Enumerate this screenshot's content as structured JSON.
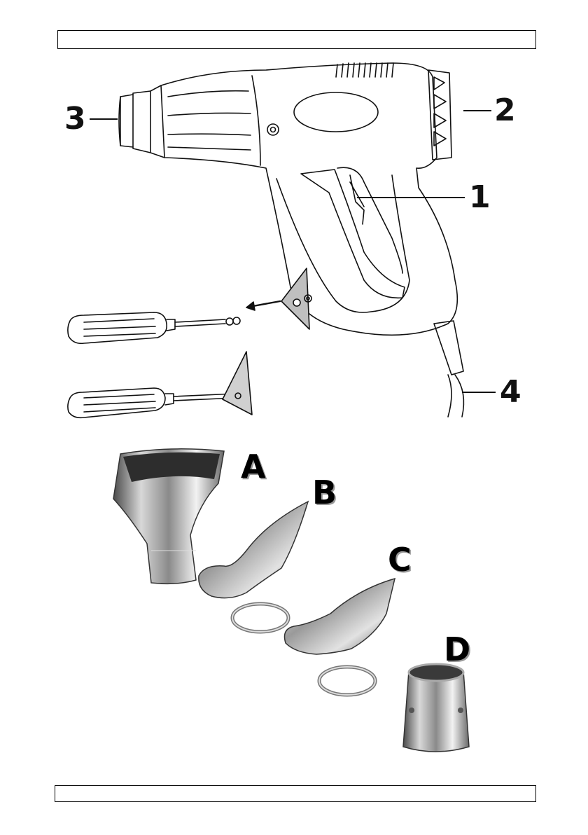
{
  "header": {
    "text": ""
  },
  "footer": {
    "text": ""
  },
  "figure1": {
    "callouts": [
      {
        "id": "1",
        "label": "1"
      },
      {
        "id": "2",
        "label": "2"
      },
      {
        "id": "3",
        "label": "3"
      },
      {
        "id": "4",
        "label": "4"
      }
    ]
  },
  "figure2": {
    "nozzles": [
      {
        "id": "A",
        "label": "A"
      },
      {
        "id": "B",
        "label": "B"
      },
      {
        "id": "C",
        "label": "C"
      },
      {
        "id": "D",
        "label": "D"
      }
    ]
  },
  "colors": {
    "line": "#111111",
    "metal_dark": "#5a5a5a",
    "metal_light": "#e8e8e8"
  }
}
